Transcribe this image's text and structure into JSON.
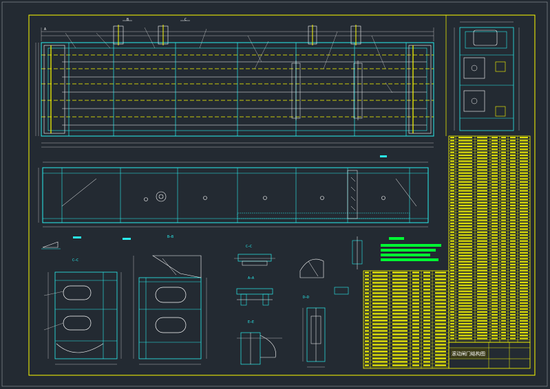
{
  "drawing": {
    "title_block_text": "滚动闸门结构图",
    "colors": {
      "background": "#232a32",
      "border": "#ffff00",
      "cyan": "#2af0f0",
      "white": "#ffffff",
      "yellow": "#ffff00",
      "green": "#00ff33",
      "dim": "#d8d8d8"
    }
  },
  "section_labels": {
    "c_c": "C—C",
    "b_b": "B—B",
    "cc_small": "C—C",
    "d_d": "D—D",
    "a_a": "A—A",
    "e_e": "E—E",
    "top_c": "C",
    "top_b": "B",
    "top_a": "A"
  }
}
